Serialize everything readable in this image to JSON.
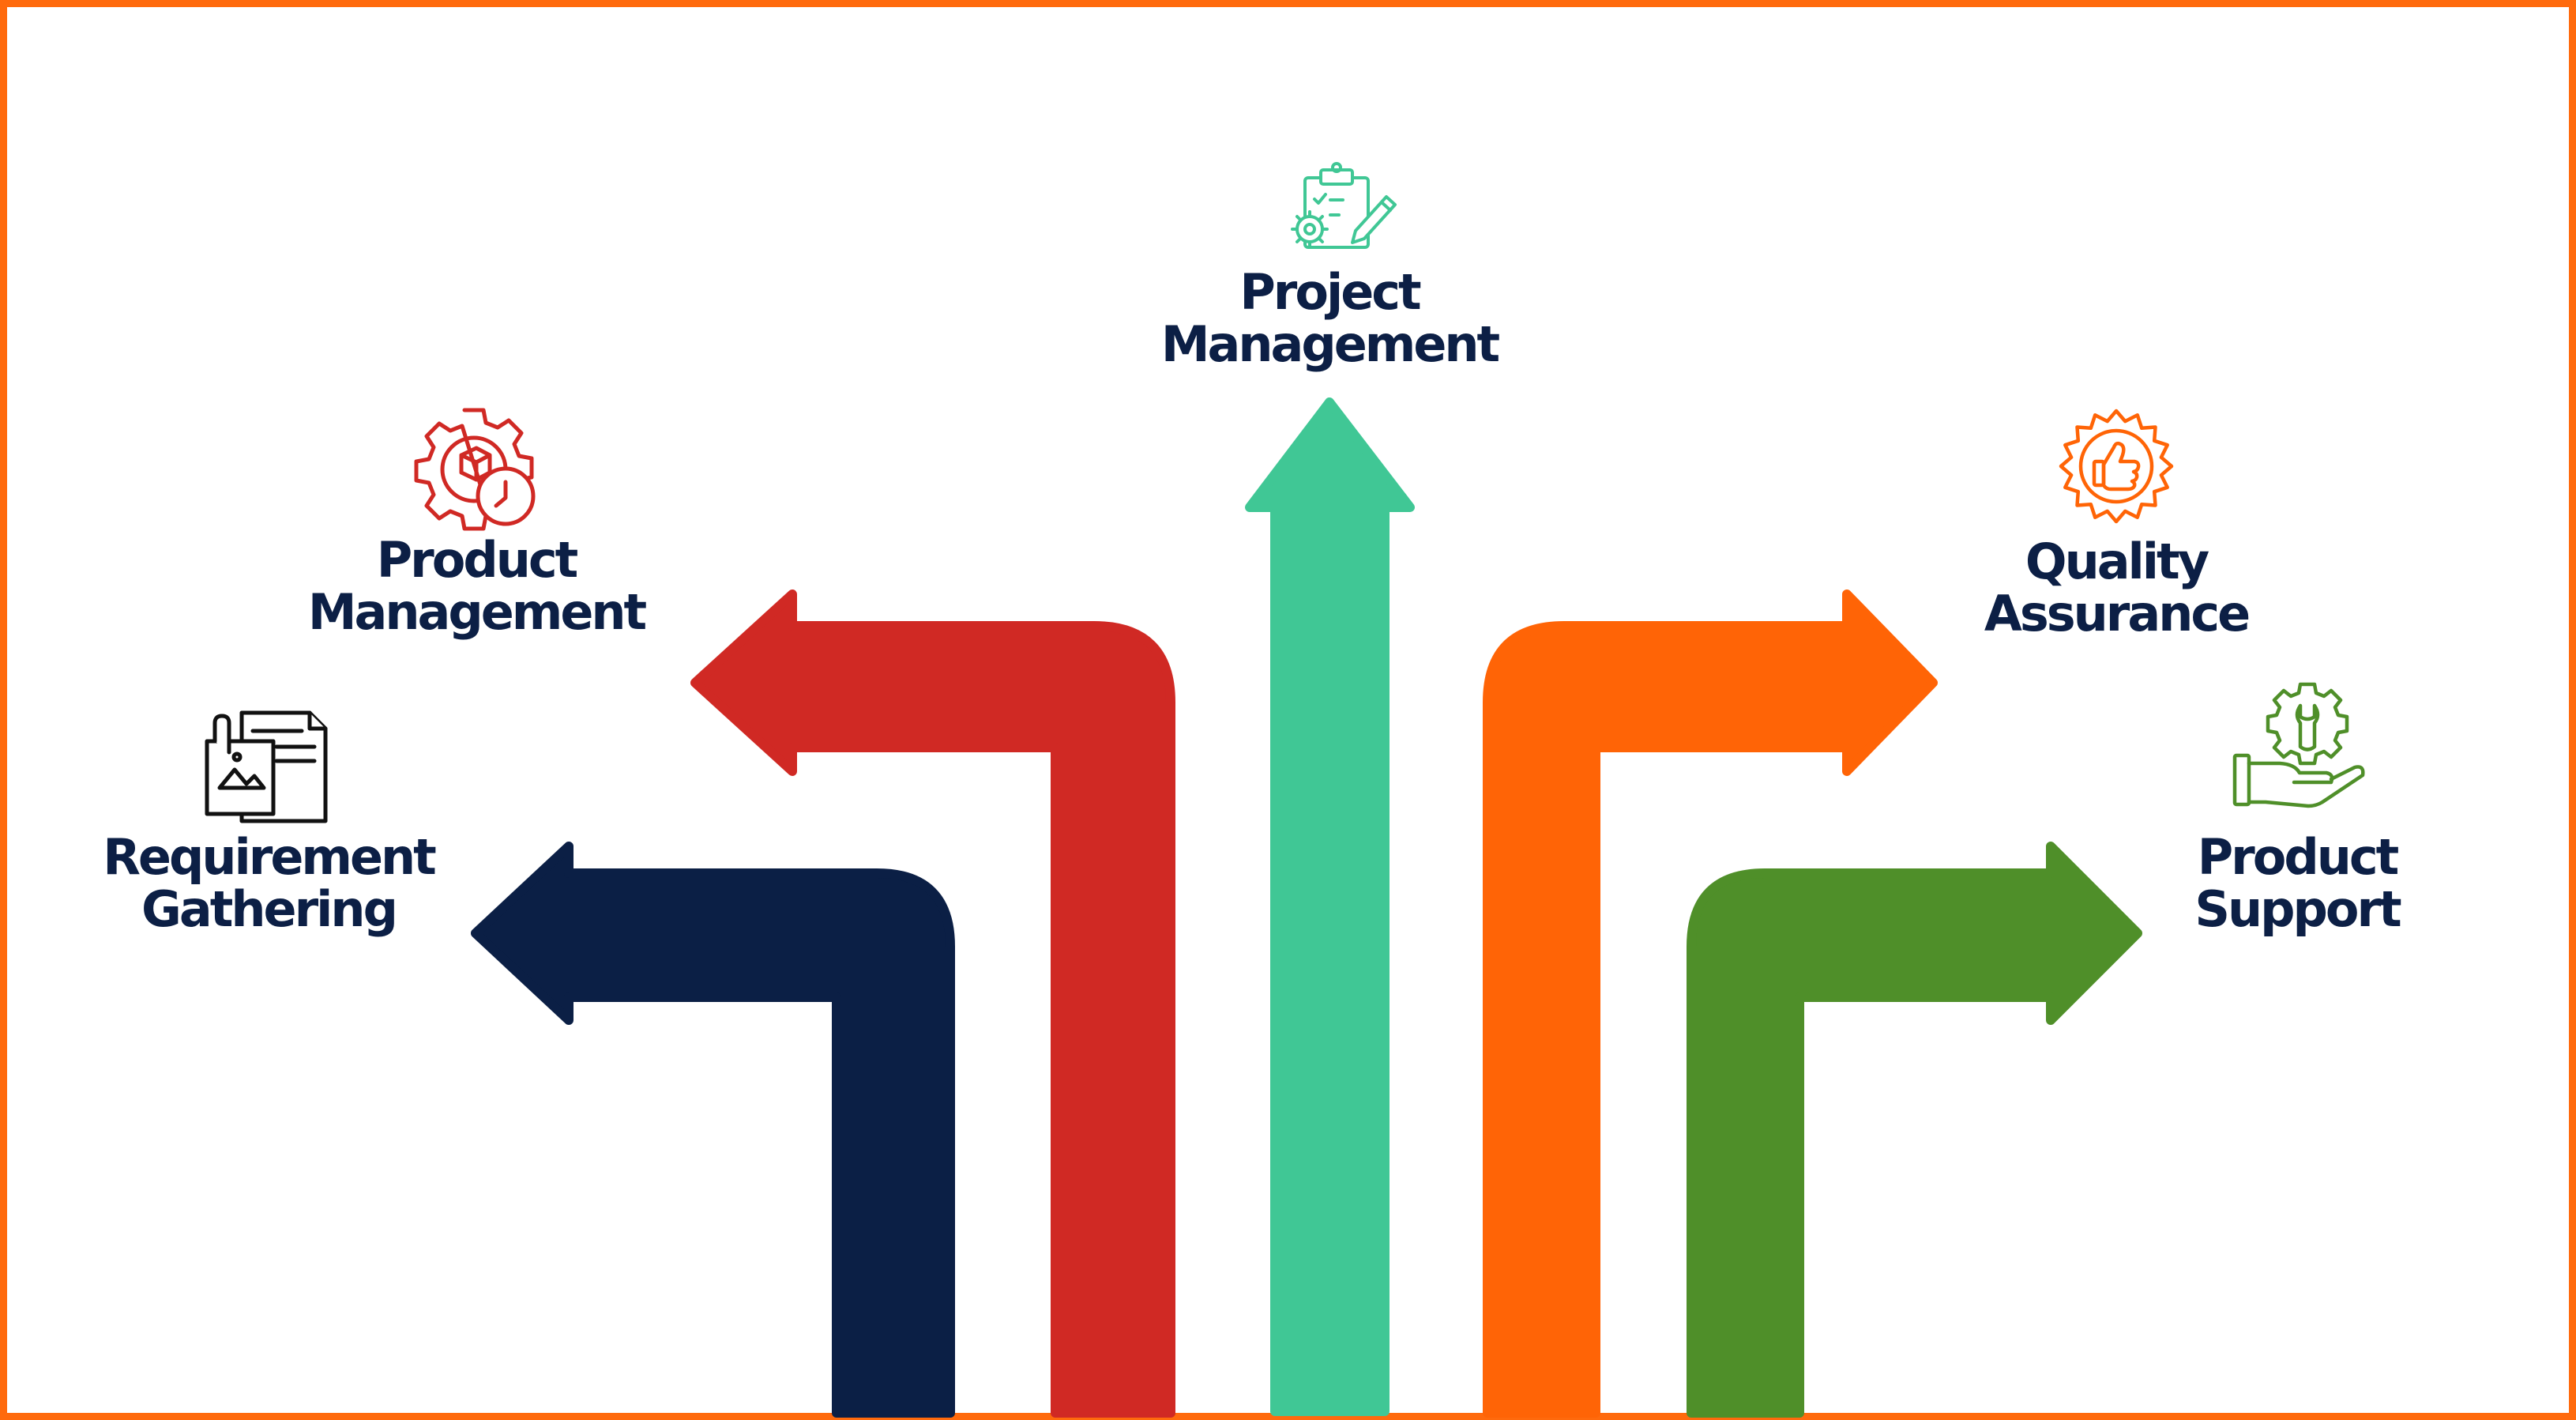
{
  "colors": {
    "frame": "#ff6a0d",
    "text": "#0c1f45"
  },
  "branches": [
    {
      "id": "requirement-gathering",
      "label_lines": [
        "Requirement",
        "Gathering"
      ],
      "direction": "left",
      "color": "#0b1f45",
      "icon": "documents-attachment-icon"
    },
    {
      "id": "product-management",
      "label_lines": [
        "Product",
        "Management"
      ],
      "direction": "left",
      "color": "#d02924",
      "icon": "gear-box-clock-icon"
    },
    {
      "id": "project-management",
      "label_lines": [
        "Project",
        "Management"
      ],
      "direction": "up",
      "color": "#40c795",
      "icon": "clipboard-pencil-gear-icon"
    },
    {
      "id": "quality-assurance",
      "label_lines": [
        "Quality",
        "Assurance"
      ],
      "direction": "right",
      "color": "#ff6406",
      "icon": "thumbs-up-badge-icon"
    },
    {
      "id": "product-support",
      "label_lines": [
        "Product",
        "Support"
      ],
      "direction": "right",
      "color": "#4f8f29",
      "icon": "hand-wrench-gear-icon"
    }
  ]
}
